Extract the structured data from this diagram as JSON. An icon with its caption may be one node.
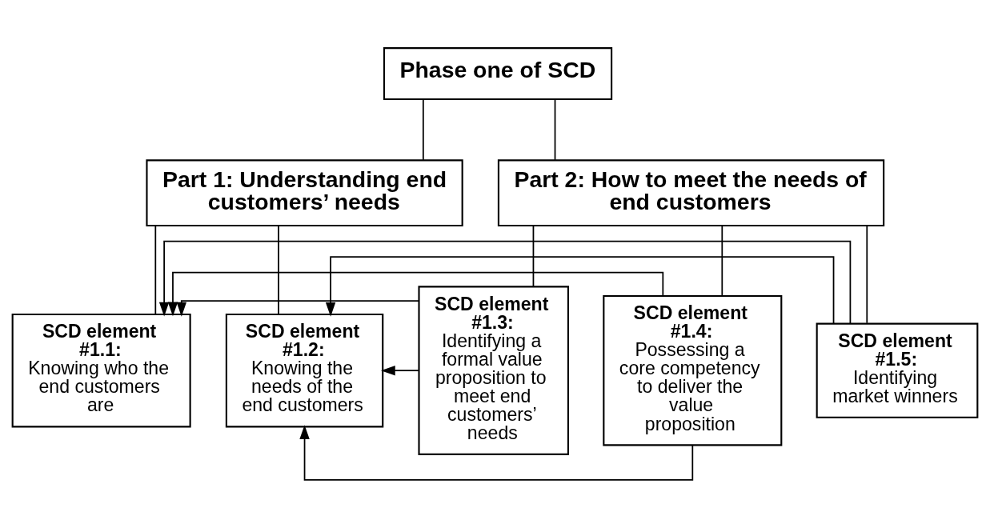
{
  "diagram": {
    "nodes": [
      {
        "text": [
          "Phase one of SCD"
        ]
      },
      {
        "text": [
          "Part 1: Understanding end customers’ needs"
        ]
      },
      {
        "text": [
          "Part 2: How to meet the needs of end customers"
        ]
      },
      {
        "text": [
          "SCD element #1.1:",
          "Knowing who the end customers are"
        ]
      },
      {
        "text": [
          "SCD element #1.2:",
          "Knowing the needs of the end customers"
        ]
      },
      {
        "text": [
          "SCD element #1.3:",
          "Identifying a formal value proposition to meet end customers’ needs"
        ]
      },
      {
        "text": [
          "SCD element #1.4:",
          "Possessing a core competency to deliver the value proposition"
        ]
      },
      {
        "text": [
          "SCD element #1.5:",
          "Identifying market winners"
        ]
      }
    ],
    "edges": [
      {
        "from": 0,
        "to": 1,
        "arrow": "none"
      },
      {
        "from": 0,
        "to": 2,
        "arrow": "none"
      },
      {
        "from": 1,
        "to": 3,
        "arrow": "none"
      },
      {
        "from": 1,
        "to": 4,
        "arrow": "none"
      },
      {
        "from": 2,
        "to": 5,
        "arrow": "none"
      },
      {
        "from": 2,
        "to": 6,
        "arrow": "none"
      },
      {
        "from": 2,
        "to": 7,
        "arrow": "none"
      },
      {
        "from": 5,
        "to": 3,
        "arrow": "to"
      },
      {
        "from": 5,
        "to": 4,
        "arrow": "to"
      },
      {
        "from": 6,
        "to": 3,
        "arrow": "to"
      },
      {
        "from": 6,
        "to": 4,
        "arrow": "to"
      },
      {
        "from": 7,
        "to": 3,
        "arrow": "to"
      },
      {
        "from": 7,
        "to": 4,
        "arrow": "to"
      }
    ]
  }
}
